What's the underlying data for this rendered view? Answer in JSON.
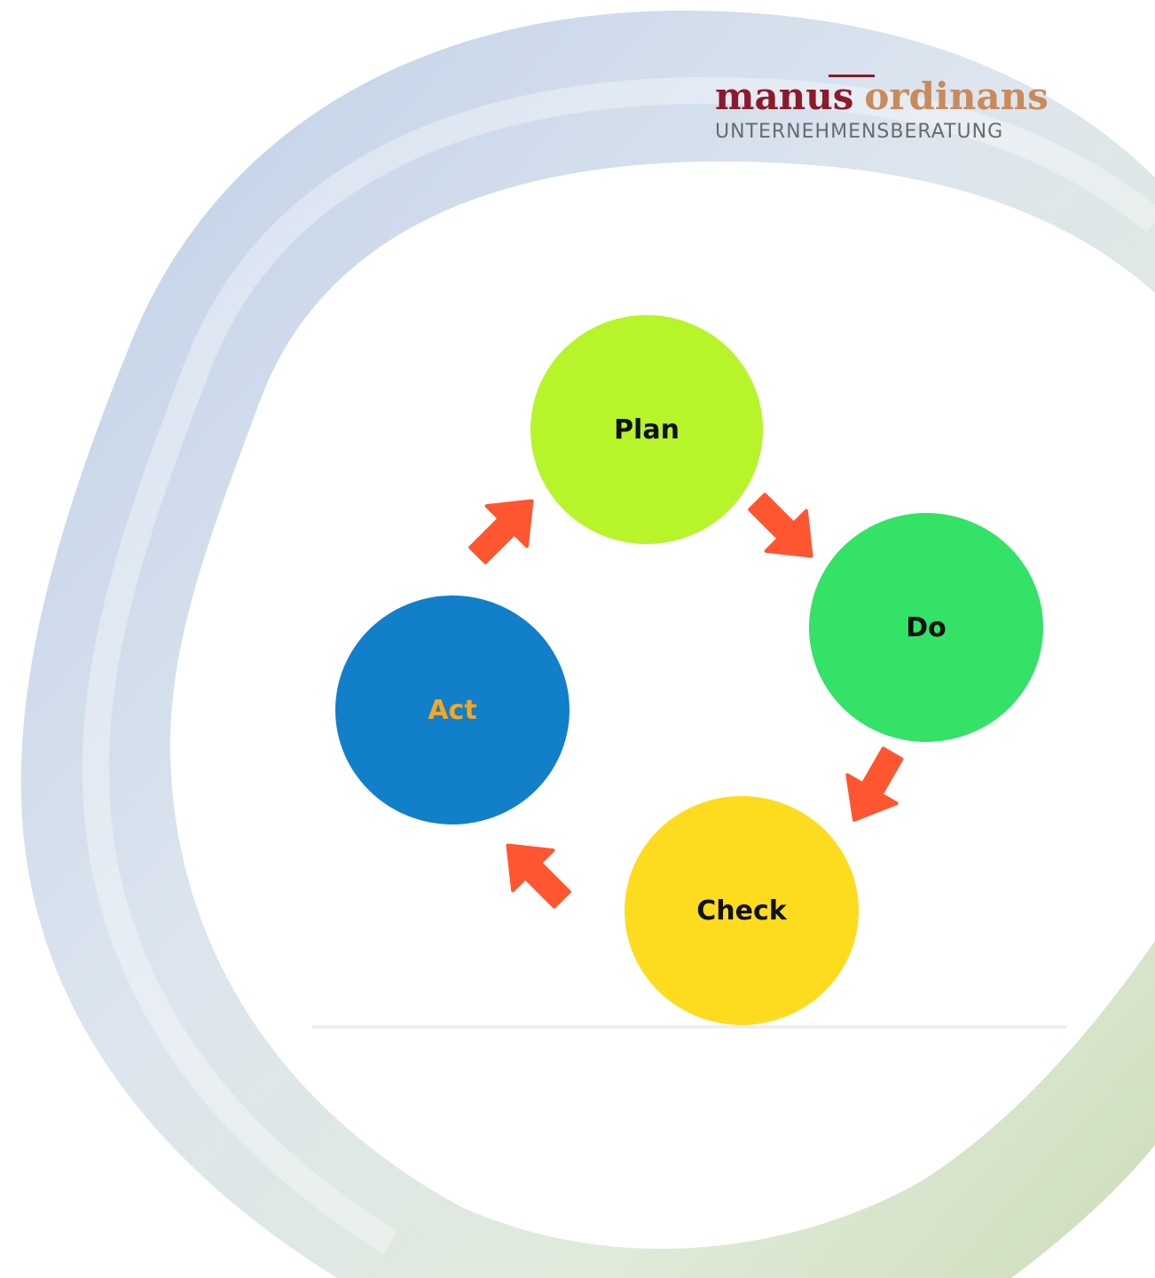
{
  "logo": {
    "word1": "manus",
    "word2": "ordinans",
    "subtitle": "UNTERNEHMENSBERATUNG",
    "colors": {
      "word1": "#8b1a2b",
      "word2": "#c98a5c",
      "subtitle": "#6a6a6a"
    }
  },
  "cycle": {
    "nodes": [
      {
        "id": "plan",
        "label": "Plan",
        "fill": "#b7f42a",
        "text_color": "#111111"
      },
      {
        "id": "do",
        "label": "Do",
        "fill": "#33e266",
        "text_color": "#111111"
      },
      {
        "id": "check",
        "label": "Check",
        "fill": "#fddc1f",
        "text_color": "#111111"
      },
      {
        "id": "act",
        "label": "Act",
        "fill": "#117fca",
        "text_color": "#f5a623"
      }
    ],
    "arrow_color": "#ff5530",
    "arrows": [
      {
        "from": "act",
        "to": "plan"
      },
      {
        "from": "plan",
        "to": "do"
      },
      {
        "from": "do",
        "to": "check"
      },
      {
        "from": "check",
        "to": "act"
      }
    ]
  }
}
